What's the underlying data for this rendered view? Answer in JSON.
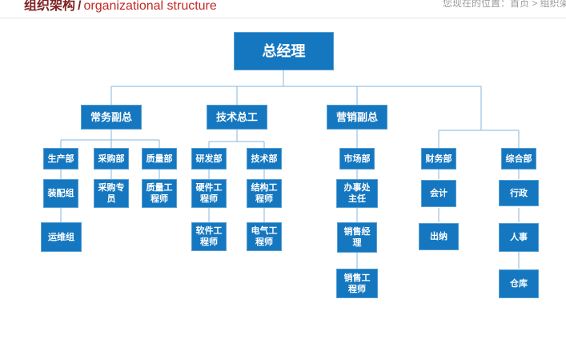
{
  "header": {
    "title_zh": "组织架构",
    "title_sep": "/",
    "title_en": "organizational structure",
    "breadcrumb": "您现在的位置：首页 > 组织架构"
  },
  "colors": {
    "node_fill": "#1577bf",
    "node_border": "#559fd4",
    "connector": "#85b7dd",
    "title_zh": "#802222",
    "title_en": "#bf2b26",
    "breadcrumb_text": "#9b9b9b"
  },
  "org": {
    "nodes": [
      {
        "id": "general-manager",
        "label": "总经理",
        "reports_to": null
      },
      {
        "id": "executive-vp",
        "label": "常务副总",
        "reports_to": "general-manager"
      },
      {
        "id": "chief-engineer",
        "label": "技术总工",
        "reports_to": "general-manager"
      },
      {
        "id": "marketing-vp",
        "label": "营销副总",
        "reports_to": "general-manager"
      },
      {
        "id": "production-dept",
        "label": "生产部",
        "reports_to": "executive-vp"
      },
      {
        "id": "purchasing-dept",
        "label": "采购部",
        "reports_to": "executive-vp"
      },
      {
        "id": "quality-dept",
        "label": "质量部",
        "reports_to": "executive-vp"
      },
      {
        "id": "rnd-dept",
        "label": "研发部",
        "reports_to": "chief-engineer"
      },
      {
        "id": "technical-dept",
        "label": "技术部",
        "reports_to": "chief-engineer"
      },
      {
        "id": "market-dept",
        "label": "市场部",
        "reports_to": "marketing-vp"
      },
      {
        "id": "finance-dept",
        "label": "财务部",
        "reports_to": "general-manager"
      },
      {
        "id": "general-affairs-dept",
        "label": "综合部",
        "reports_to": "general-manager"
      },
      {
        "id": "assembly-group",
        "label": "装配组",
        "reports_to": "production-dept"
      },
      {
        "id": "purchasing-specialist",
        "label": "采购专\n员",
        "reports_to": "purchasing-dept"
      },
      {
        "id": "quality-engineer",
        "label": "质量工\n程师",
        "reports_to": "quality-dept"
      },
      {
        "id": "hardware-engineer",
        "label": "硬件工\n程师",
        "reports_to": "rnd-dept"
      },
      {
        "id": "structural-engineer",
        "label": "结构工\n程师",
        "reports_to": "technical-dept"
      },
      {
        "id": "office-director",
        "label": "办事处\n主任",
        "reports_to": "market-dept"
      },
      {
        "id": "accountant",
        "label": "会计",
        "reports_to": "finance-dept"
      },
      {
        "id": "administration",
        "label": "行政",
        "reports_to": "general-affairs-dept"
      },
      {
        "id": "operations-group",
        "label": "运维组",
        "reports_to": "assembly-group"
      },
      {
        "id": "software-engineer",
        "label": "软件工\n程师",
        "reports_to": "hardware-engineer"
      },
      {
        "id": "electrical-engineer",
        "label": "电气工\n程师",
        "reports_to": "structural-engineer"
      },
      {
        "id": "sales-manager",
        "label": "销售经\n理",
        "reports_to": "office-director"
      },
      {
        "id": "cashier",
        "label": "出纳",
        "reports_to": "accountant"
      },
      {
        "id": "hr",
        "label": "人事",
        "reports_to": "administration"
      },
      {
        "id": "sales-engineer",
        "label": "销售工\n程师",
        "reports_to": "sales-manager"
      },
      {
        "id": "warehouse",
        "label": "仓库",
        "reports_to": "hr"
      }
    ]
  }
}
